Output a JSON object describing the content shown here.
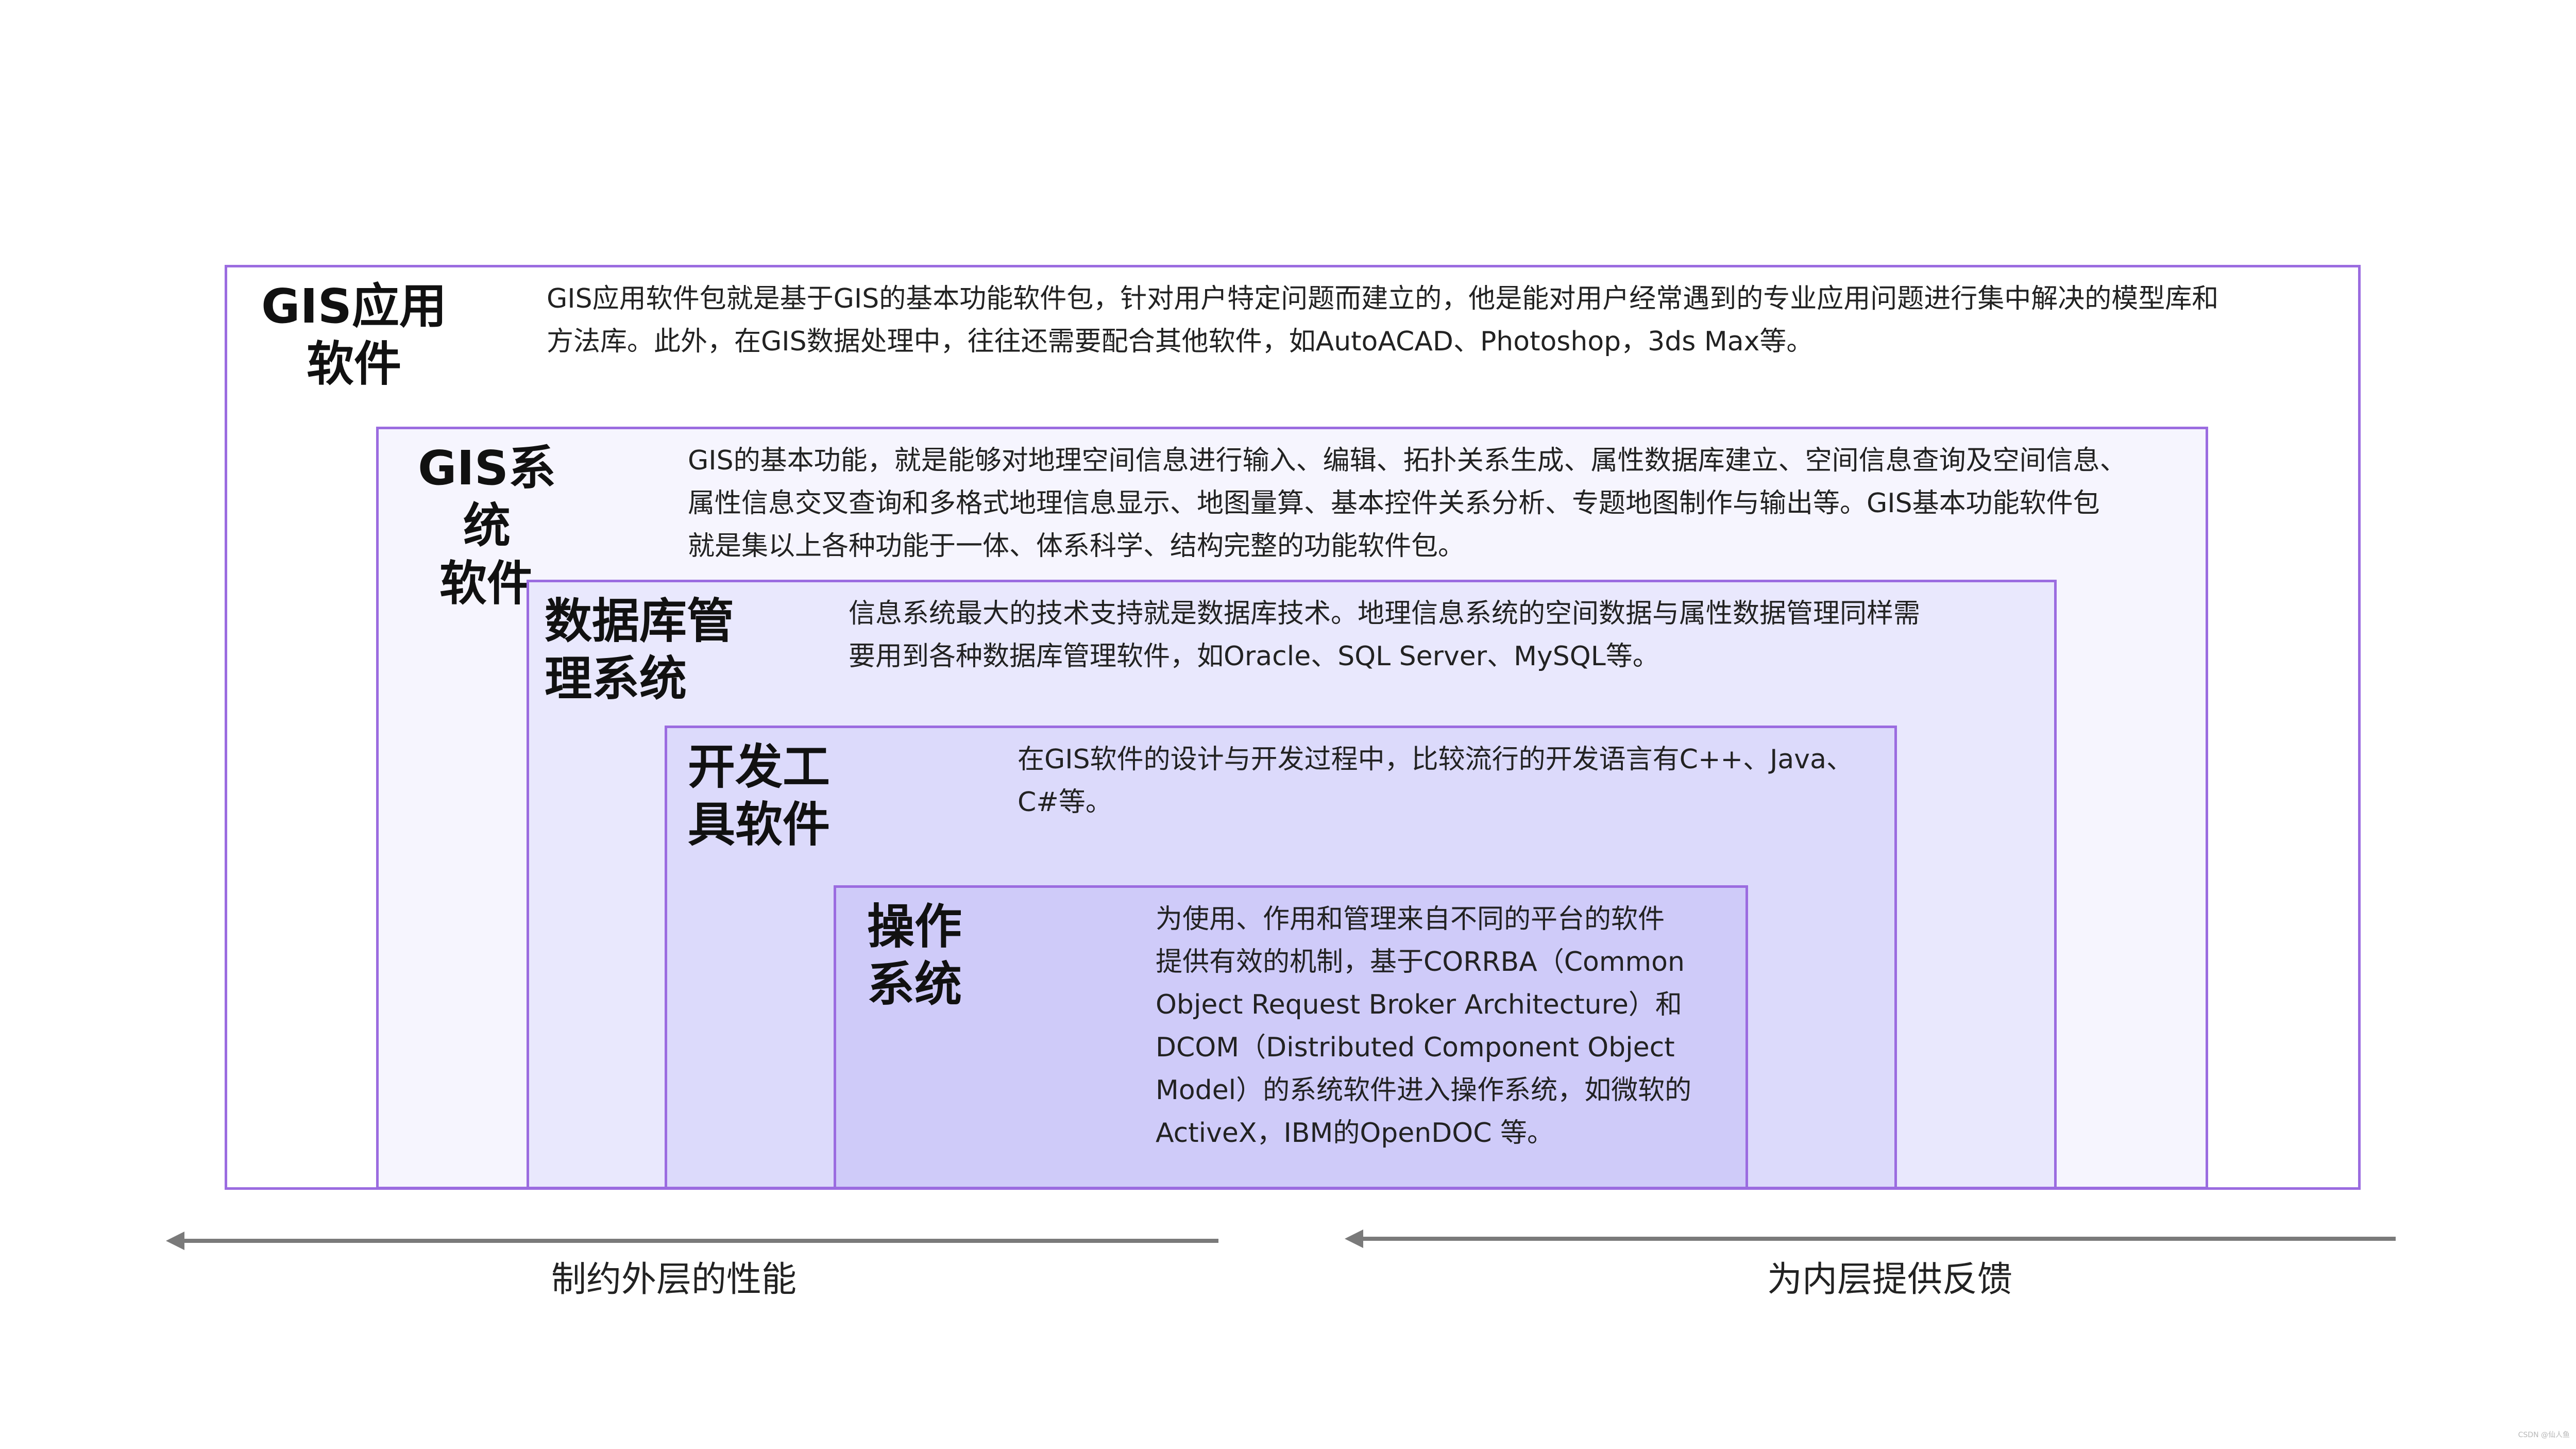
{
  "layers": [
    {
      "title": "GIS应用\n软件",
      "description": "GIS应用软件包就是基于GIS的基本功能软件包，针对用户特定问题而建立的，他是能对用户经常遇到的专业应用问题进行集中解决的模型库和\n方法库。此外，在GIS数据处理中，往往还需要配合其他软件，如AutoACAD、Photoshop，3ds Max等。"
    },
    {
      "title": "GIS系统\n软件",
      "description": "GIS的基本功能，就是能够对地理空间信息进行输入、编辑、拓扑关系生成、属性数据库建立、空间信息查询及空间信息、\n属性信息交叉查询和多格式地理信息显示、地图量算、基本控件关系分析、专题地图制作与输出等。GIS基本功能软件包\n就是集以上各种功能于一体、体系科学、结构完整的功能软件包。"
    },
    {
      "title": "数据库管\n理系统",
      "description": "信息系统最大的技术支持就是数据库技术。地理信息系统的空间数据与属性数据管理同样需\n要用到各种数据库管理软件，如Oracle、SQL Server、MySQL等。"
    },
    {
      "title": "开发工\n具软件",
      "description": "在GIS软件的设计与开发过程中，比较流行的开发语言有C++、Java、\nC#等。"
    },
    {
      "title": "操作\n系统",
      "description": "为使用、作用和管理来自不同的平台的软件\n提供有效的机制，基于CORRBA（Common\nObject Request Broker Architecture）和\nDCOM（Distributed Component Object\nModel）的系统软件进入操作系统，如微软的\nActiveX，IBM的OpenDOC 等。"
    }
  ],
  "arrows": {
    "left_label": "制约外层的性能",
    "right_label": "为内层提供反馈"
  },
  "watermark": "CSDN @仙人鱼",
  "colors": {
    "border": "#9b6ce0",
    "arrow": "#7a7a7a"
  }
}
